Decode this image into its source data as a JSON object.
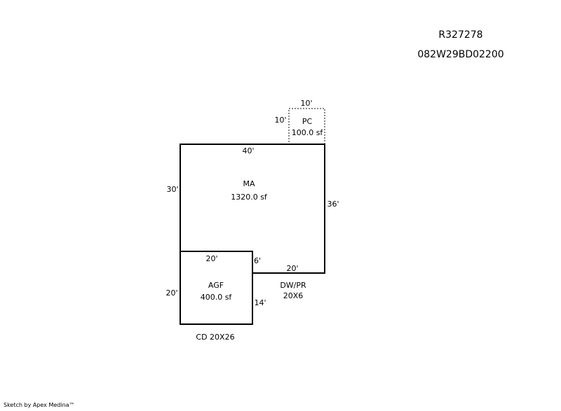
{
  "header": {
    "account": "R327278",
    "map_tax_lot": "082W29BD02200"
  },
  "areas": {
    "ma": {
      "code": "MA",
      "area": "1320.0 sf",
      "dims": {
        "top": "40'",
        "left": "30'",
        "right": "36'",
        "bottom": "20'",
        "step": "6'"
      }
    },
    "pc": {
      "code": "PC",
      "area": "100.0 sf",
      "dims": {
        "top": "10'",
        "left": "10'"
      }
    },
    "agf": {
      "code": "AGF",
      "area": "400.0 sf",
      "dims": {
        "top": "20'",
        "left": "20'",
        "right": "14'"
      }
    }
  },
  "labels": {
    "dwpr": "DW/PR",
    "dwpr_size": "20X6",
    "cd": "CD 20X26"
  },
  "footer": "Sketch by Apex Medina™"
}
